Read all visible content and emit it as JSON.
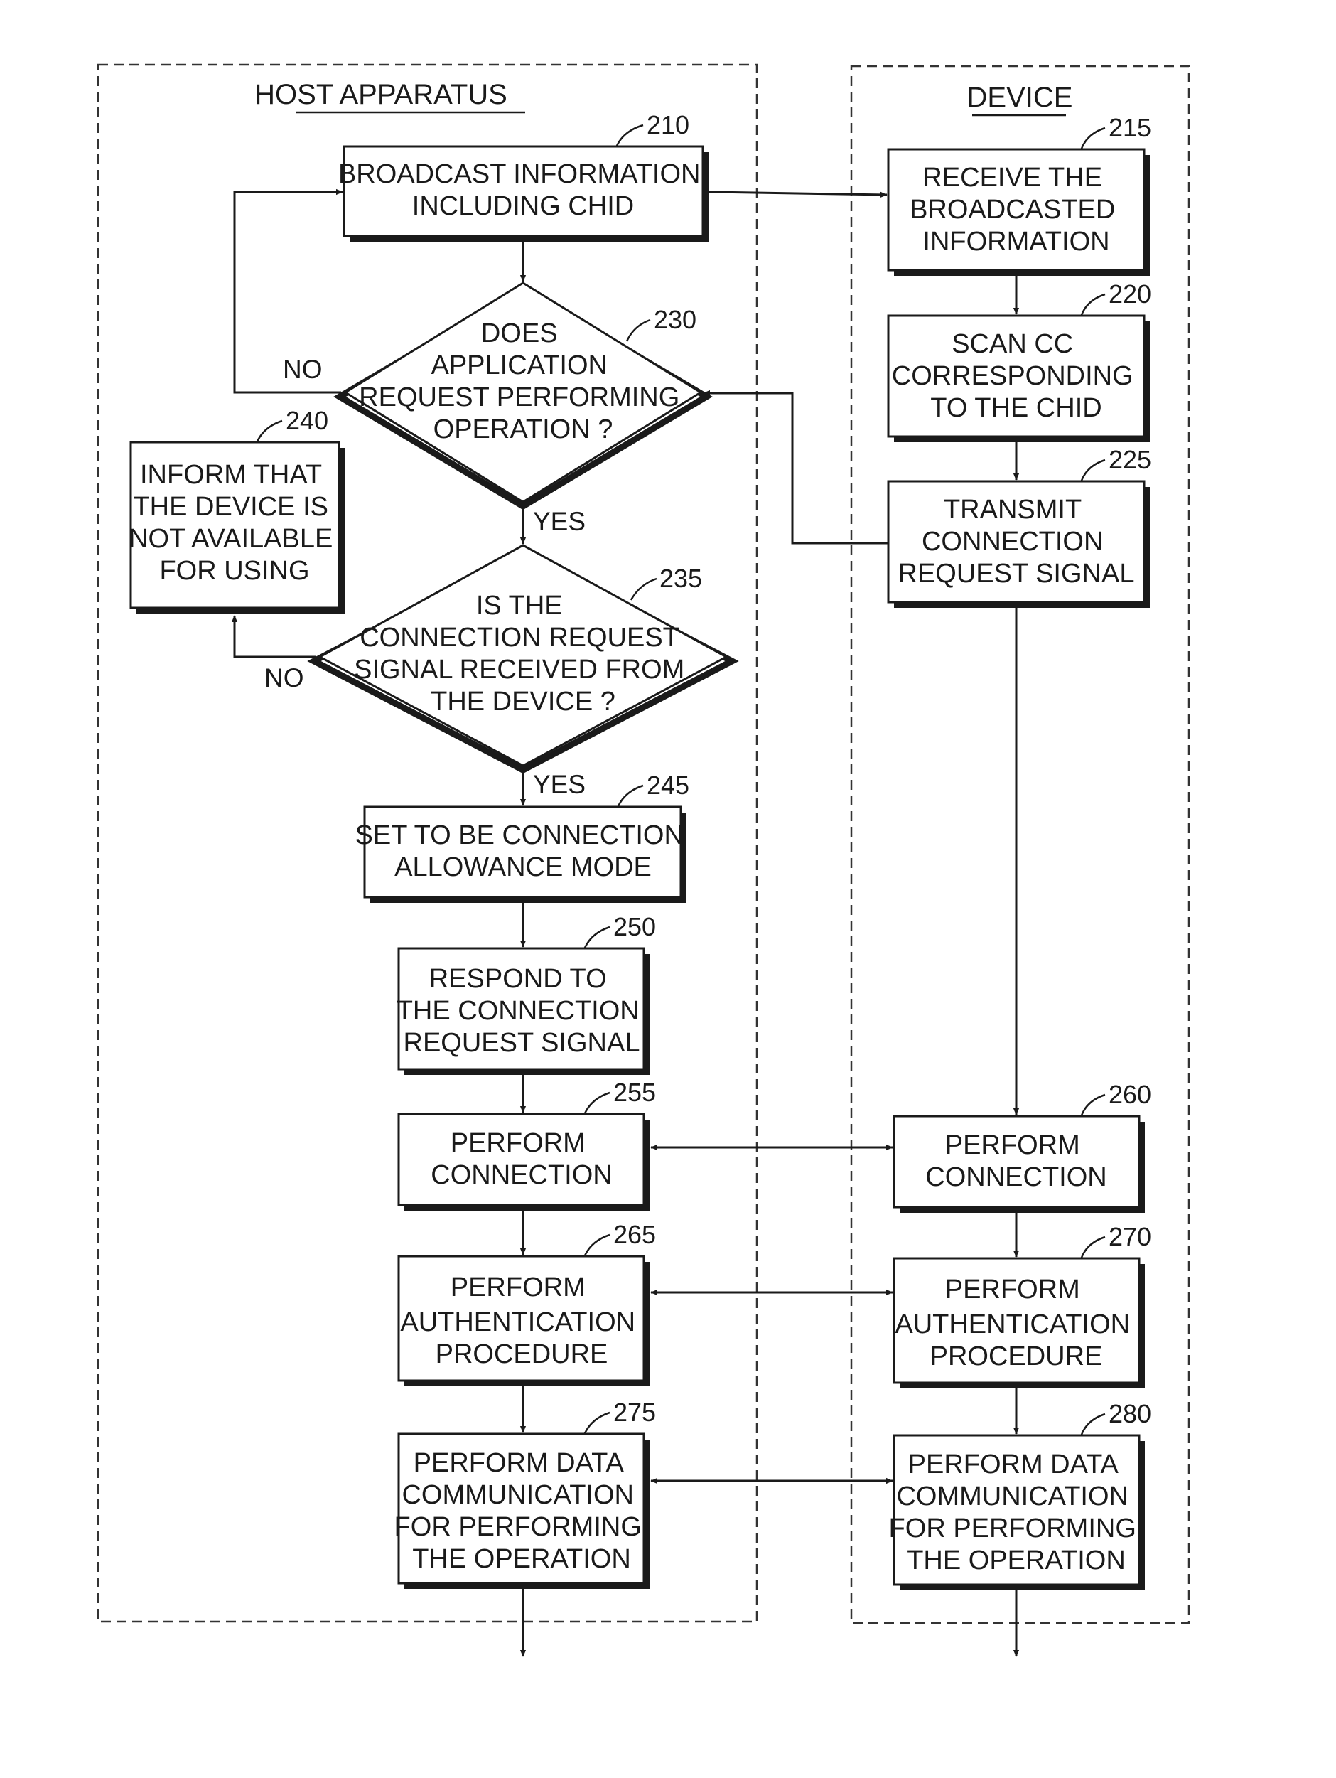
{
  "lanes": {
    "host": "HOST APPARATUS",
    "device": "DEVICE"
  },
  "steps": {
    "s210": {
      "ref": "210",
      "lines": [
        "BROADCAST INFORMATION",
        "INCLUDING CHID"
      ]
    },
    "s215": {
      "ref": "215",
      "lines": [
        "RECEIVE THE",
        "BROADCASTED",
        "INFORMATION"
      ]
    },
    "s220": {
      "ref": "220",
      "lines": [
        "SCAN CC",
        "CORRESPONDING",
        "TO THE CHID"
      ]
    },
    "s225": {
      "ref": "225",
      "lines": [
        "TRANSMIT",
        "CONNECTION",
        "REQUEST SIGNAL"
      ]
    },
    "s230": {
      "ref": "230",
      "lines": [
        "DOES",
        "APPLICATION",
        "REQUEST PERFORMING",
        "OPERATION ?"
      ]
    },
    "s235": {
      "ref": "235",
      "lines": [
        "IS THE",
        "CONNECTION REQUEST",
        "SIGNAL RECEIVED FROM",
        "THE DEVICE ?"
      ]
    },
    "s240": {
      "ref": "240",
      "lines": [
        "INFORM THAT",
        "THE DEVICE IS",
        "NOT AVAILABLE",
        "FOR USING"
      ]
    },
    "s245": {
      "ref": "245",
      "lines": [
        "SET TO BE CONNECTION",
        "ALLOWANCE MODE"
      ]
    },
    "s250": {
      "ref": "250",
      "lines": [
        "RESPOND TO",
        "THE CONNECTION",
        "REQUEST SIGNAL"
      ]
    },
    "s255": {
      "ref": "255",
      "lines": [
        "PERFORM",
        "CONNECTION"
      ]
    },
    "s260": {
      "ref": "260",
      "lines": [
        "PERFORM",
        "CONNECTION"
      ]
    },
    "s265": {
      "ref": "265",
      "lines": [
        "PERFORM",
        "AUTHENTICATION",
        "PROCEDURE"
      ]
    },
    "s270": {
      "ref": "270",
      "lines": [
        "PERFORM",
        "AUTHENTICATION",
        "PROCEDURE"
      ]
    },
    "s275": {
      "ref": "275",
      "lines": [
        "PERFORM DATA",
        "COMMUNICATION",
        "FOR PERFORMING",
        "THE OPERATION"
      ]
    },
    "s280": {
      "ref": "280",
      "lines": [
        "PERFORM DATA",
        "COMMUNICATION",
        "FOR PERFORMING",
        "THE OPERATION"
      ]
    }
  },
  "branches": {
    "no_230": "NO",
    "yes_230": "YES",
    "no_235": "NO",
    "yes_235": "YES"
  }
}
